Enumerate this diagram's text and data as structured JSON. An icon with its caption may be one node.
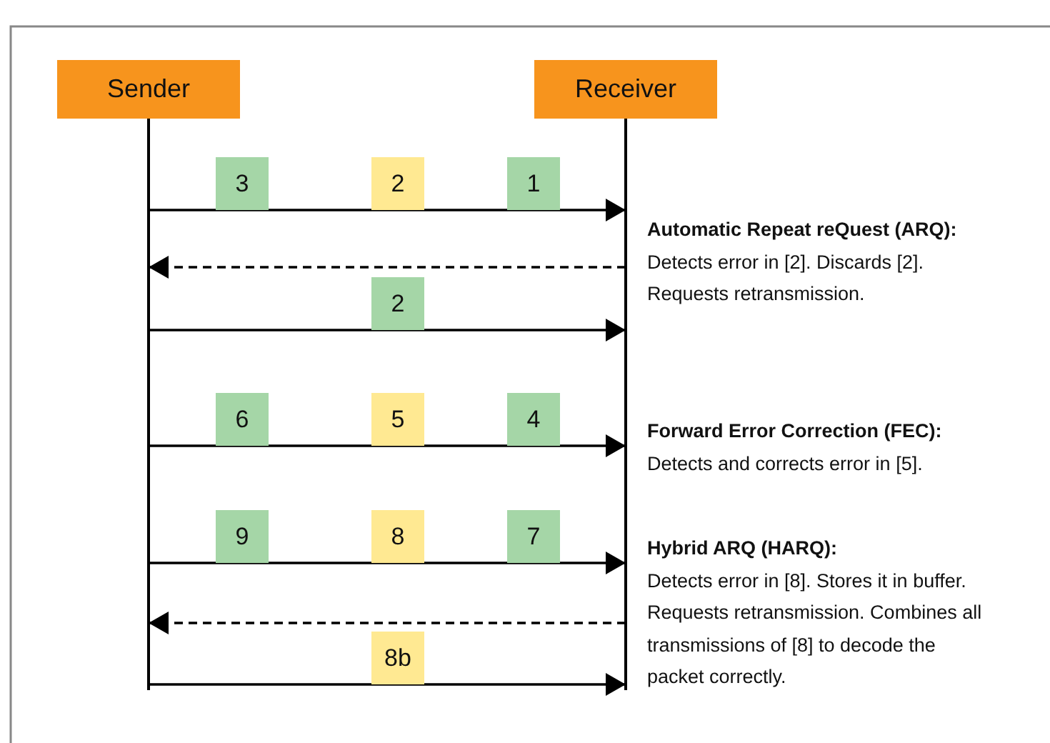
{
  "diagram": {
    "nodes": [
      {
        "text": [
          "Sender"
        ]
      },
      {
        "text": [
          "Receiver"
        ]
      },
      {
        "text": [
          "3"
        ]
      },
      {
        "text": [
          "2"
        ]
      },
      {
        "text": [
          "1"
        ]
      },
      {
        "text": [
          "2"
        ]
      },
      {
        "text": [
          "6"
        ]
      },
      {
        "text": [
          "5"
        ]
      },
      {
        "text": [
          "4"
        ]
      },
      {
        "text": [
          "9"
        ]
      },
      {
        "text": [
          "8"
        ]
      },
      {
        "text": [
          "7"
        ]
      },
      {
        "text": [
          "8b"
        ]
      }
    ],
    "edges": [
      {
        "from": 0,
        "to": 1,
        "arrow": "to"
      },
      {
        "from": 1,
        "to": 0,
        "arrow": "to",
        "style": "dashed"
      },
      {
        "from": 0,
        "to": 1,
        "arrow": "to"
      },
      {
        "from": 0,
        "to": 1,
        "arrow": "to"
      },
      {
        "from": 0,
        "to": 1,
        "arrow": "to"
      },
      {
        "from": 1,
        "to": 0,
        "arrow": "to",
        "style": "dashed"
      },
      {
        "from": 0,
        "to": 1,
        "arrow": "to"
      }
    ],
    "labels": [
      "**Automatic Repeat reQuest (ARQ):** Detects error in [2]. Discards [2]. Requests retransmission.",
      "**Forward Error Correction (FEC):** Detects and corrects error in [5].",
      "**Hybrid ARQ (HARQ):** Detects error in [8]. Stores it in buffer. Requests retransmission. Combines all transmissions of [8] to decode the packet correctly."
    ]
  }
}
